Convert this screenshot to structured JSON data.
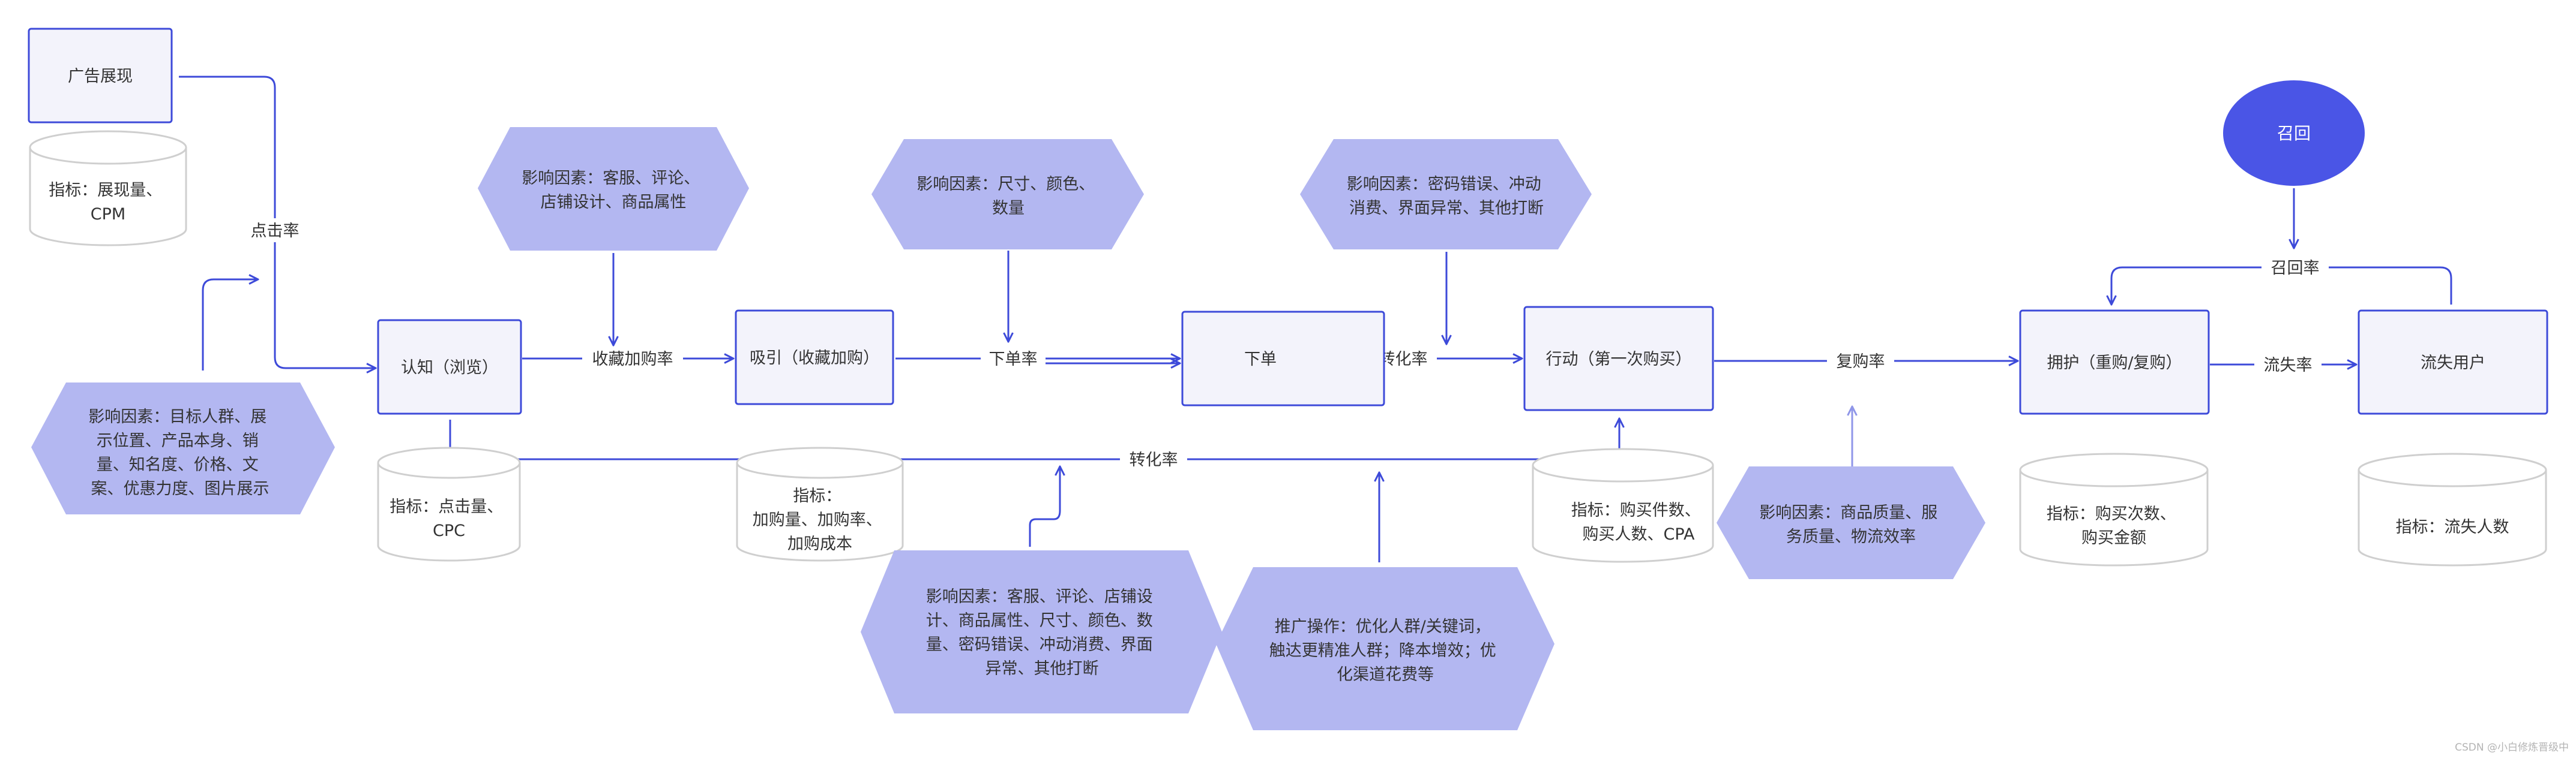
{
  "colors": {
    "line": "#3d4ad9",
    "box_fill": "#f3f3fb",
    "hex_fill": "#b3b7f1",
    "cyl_stroke": "#cfcfcf",
    "circle_fill": "#4a55e6",
    "text": "#333333"
  },
  "boxes": {
    "ad_display": "广告展现",
    "cognition": "认知（浏览）",
    "attract": "吸引（收藏加购）",
    "order": "下单",
    "action": "行动（第一次购买）",
    "support": "拥护（重购/复购）",
    "churn_user": "流失用户"
  },
  "recall": "召回",
  "cylinders": {
    "ad_metric": [
      "指标：展现量、",
      "CPM"
    ],
    "cognition_metric": [
      "指标：点击量、",
      "CPC"
    ],
    "attract_metric": [
      "指标：",
      "加购量、加购率、",
      "加购成本"
    ],
    "action_metric": [
      "指标：购买件数、",
      "购买人数、CPA"
    ],
    "support_metric": [
      "指标：购买次数、",
      "购买金额"
    ],
    "churn_metric": [
      "指标：流失人数"
    ]
  },
  "hexagons": {
    "factors_left": [
      "影响因素：目标人群、展",
      "示位置、产品本身、销",
      "量、知名度、价格、文",
      "案、优惠力度、图片展示"
    ],
    "factors_collect": [
      "影响因素：客服、评论、",
      "店铺设计、商品属性"
    ],
    "factors_order": [
      "影响因素：尺寸、颜色、",
      "数量"
    ],
    "factors_conversion": [
      "影响因素：密码错误、冲动",
      "消费、界面异常、其他打断"
    ],
    "factors_bottom": [
      "影响因素：客服、评论、店铺设",
      "计、商品属性、尺寸、颜色、数",
      "量、密码错误、冲动消费、界面",
      "异常、其他打断"
    ],
    "promotion": [
      "推广操作：优化人群/关键词，",
      "触达更精准人群；降本增效；优",
      "化渠道花费等"
    ],
    "factors_repurchase": [
      "影响因素：商品质量、服",
      "务质量、物流效率"
    ]
  },
  "labels": {
    "click_rate": "点击率",
    "collect_rate": "收藏加购率",
    "order_rate": "下单率",
    "conversion_rate": "转化率",
    "conversion_rate_bottom": "转化率",
    "repurchase_rate": "复购率",
    "churn_rate": "流失率",
    "recall_rate": "召回率"
  },
  "watermark": "CSDN @小白修炼晋级中"
}
